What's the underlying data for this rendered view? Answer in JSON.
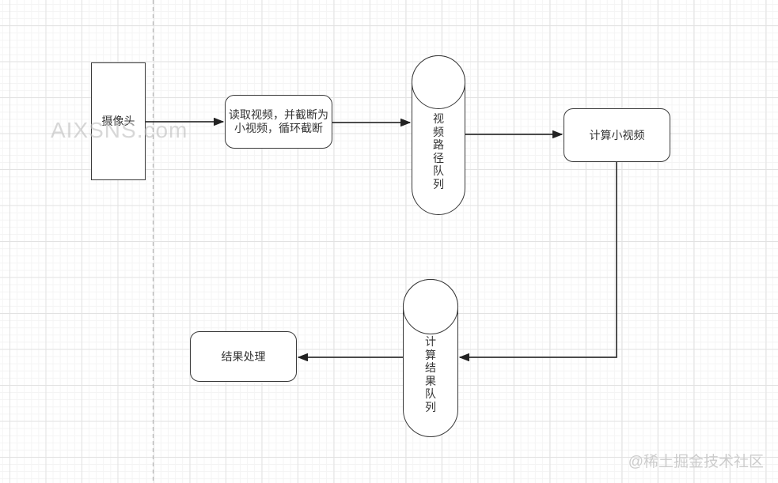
{
  "diagram": {
    "camera": {
      "label": "摄像头"
    },
    "read_video": {
      "line1": "读取视频，并截断为",
      "line2": "小视频，循环截断"
    },
    "video_queue": {
      "label": "视频路径队列"
    },
    "compute_video": {
      "label": "计算小视频"
    },
    "result_queue": {
      "label": "计算结果队列"
    },
    "result_process": {
      "label": "结果处理"
    },
    "edges": [
      {
        "from": "camera",
        "to": "read_video"
      },
      {
        "from": "read_video",
        "to": "video_queue"
      },
      {
        "from": "video_queue",
        "to": "compute_video"
      },
      {
        "from": "compute_video",
        "to": "result_queue"
      },
      {
        "from": "result_queue",
        "to": "result_process"
      }
    ]
  },
  "watermarks": {
    "site": "AIXSNS.com",
    "community": "@稀土掘金技术社区"
  },
  "colors": {
    "stroke": "#383838",
    "arrow_fill": "#222222",
    "text": "#333333",
    "grid_major": "#e2e2e2",
    "grid_minor": "#f4f4f4",
    "dashed_guide": "#bdbdbd",
    "watermark": "#c6c6c6"
  }
}
